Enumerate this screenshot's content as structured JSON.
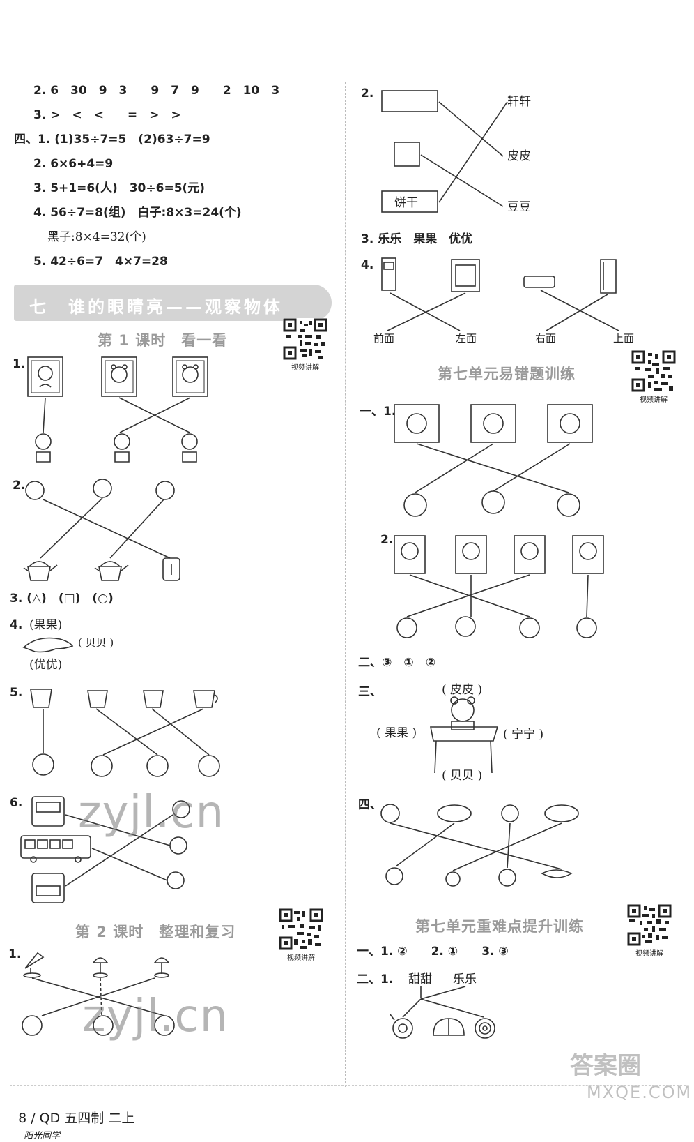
{
  "left": {
    "l1": "2. 6　30　9　3　　9　7　9　　2　10　3",
    "l2": "3. >　<　<　　=　>　>",
    "l3": "四、1. (1)35÷7=5　(2)63÷7=9",
    "l4": "2. 6×6÷4=9",
    "l5": "3. 5+1=6(人)　30÷6=5(元)",
    "l6": "4. 56÷7=8(组)　白子:8×3=24(个)",
    "l7": "黑子:8×4=32(个)",
    "l8": "5. 42÷6=7　4×7=28",
    "banner": "七　谁的眼睛亮——观察物体",
    "lesson1": "第 1 课时　看一看",
    "q1": "1.",
    "q2": "2.",
    "q3": "3. (△)　(□)　(○)",
    "q4": "4.",
    "q4_top": "(果果)",
    "q4_right": "( 贝贝 )",
    "q4_bottom": "(优优)",
    "q5": "5.",
    "q6": "6.",
    "lesson2": "第 2 课时　整理和复习",
    "q7": "1."
  },
  "right": {
    "r2": "2.",
    "r2_n1": "轩轩",
    "r2_n2": "皮皮",
    "r2_n3": "豆豆",
    "r2_box": "饼干",
    "r3": "3. 乐乐　果果　优优",
    "r4": "4.",
    "r4_l1": "前面",
    "r4_l2": "左面",
    "r4_l3": "右面",
    "r4_l4": "上面",
    "title1": "第七单元易错题训练",
    "e1": "一、1.",
    "e2": "2.",
    "e3": "二、③　①　②",
    "e4": "三、",
    "e4_top": "( 皮皮 )",
    "e4_left": "( 果果 )",
    "e4_right": "( 宁宁 )",
    "e4_bottom": "( 贝贝 )",
    "e5": "四、",
    "title2": "第七单元重难点提升训练",
    "f1": "一、1. ②　　2. ①　　3. ③",
    "f2": "二、1.",
    "f2_a": "甜甜",
    "f2_b": "乐乐"
  },
  "qr_caption": "视频讲解",
  "footer": "8 / QD 五四制 二上",
  "footer_brand": "阳光同学",
  "watermark": "zyjl.cn",
  "corner_logo": "答案圈",
  "corner_url": "MXQE.COM"
}
